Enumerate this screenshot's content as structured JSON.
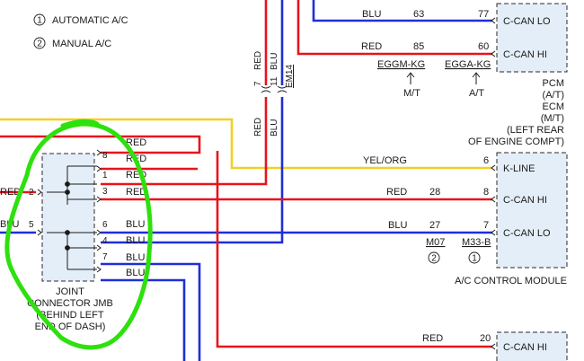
{
  "legend": [
    {
      "number": "1",
      "label": "AUTOMATIC A/C"
    },
    {
      "number": "2",
      "label": "MANUAL A/C"
    }
  ],
  "colors": {
    "red": "#e8131b",
    "blue": "#1f2fd6",
    "yellow": "#f3cf23",
    "green_marker": "#2de10d",
    "box_fill": "#e4eef8",
    "background": "#ffffff"
  },
  "pcm": {
    "pins": [
      {
        "name": "C-CAN LO",
        "number": "77",
        "wire_color": "BLU",
        "wire_number": "63"
      },
      {
        "name": "C-CAN HI",
        "number": "60",
        "wire_color": "RED",
        "wire_number": "85"
      }
    ],
    "connector_codes": [
      {
        "code": "EGGM-KG",
        "note": "M/T"
      },
      {
        "code": "EGGA-KG",
        "note": "A/T"
      }
    ],
    "title_lines": [
      "PCM",
      "(A/T)",
      "ECM",
      "(M/T)",
      "(LEFT REAR",
      "OF ENGINE COMPT)"
    ]
  },
  "em14": {
    "code": "EM14",
    "wires": [
      {
        "color": "RED",
        "pin": "7"
      },
      {
        "color": "BLU",
        "pin": "11"
      }
    ],
    "lower_labels": [
      "RED",
      "BLU"
    ]
  },
  "jmb": {
    "title_lines": [
      "JOINT",
      "CONNECTOR JMB",
      "(BEHIND LEFT",
      "END OF DASH)"
    ],
    "left_pins": [
      {
        "number": "2",
        "wire": "RED"
      },
      {
        "number": "5",
        "wire": "BLU"
      }
    ],
    "right_pins": [
      {
        "number": "8",
        "wire": "RED"
      },
      {
        "number": "1",
        "wire": "RED"
      },
      {
        "number": "3",
        "wire": "RED"
      },
      {
        "number": "6",
        "wire": "BLU"
      },
      {
        "number": "4",
        "wire": "BLU"
      },
      {
        "number": "7",
        "wire": "BLU"
      }
    ],
    "top_wire_label": "RED",
    "bottom_wire_label": "BLU"
  },
  "ac_module": {
    "title": "A/C CONTROL MODULE",
    "pins": [
      {
        "name": "K-LINE",
        "number": "6",
        "wire_color": "YEL/ORG",
        "wire_number": ""
      },
      {
        "name": "C-CAN HI",
        "number": "8",
        "wire_color": "RED",
        "wire_number": "28"
      },
      {
        "name": "C-CAN LO",
        "number": "7",
        "wire_color": "BLU",
        "wire_number": "27"
      }
    ],
    "connector_codes": [
      {
        "code": "M07",
        "note": "2"
      },
      {
        "code": "M33-B",
        "note": "1"
      }
    ]
  },
  "bottom_module": {
    "pin": {
      "name": "C-CAN HI",
      "number": "20",
      "wire_color": "RED"
    }
  }
}
